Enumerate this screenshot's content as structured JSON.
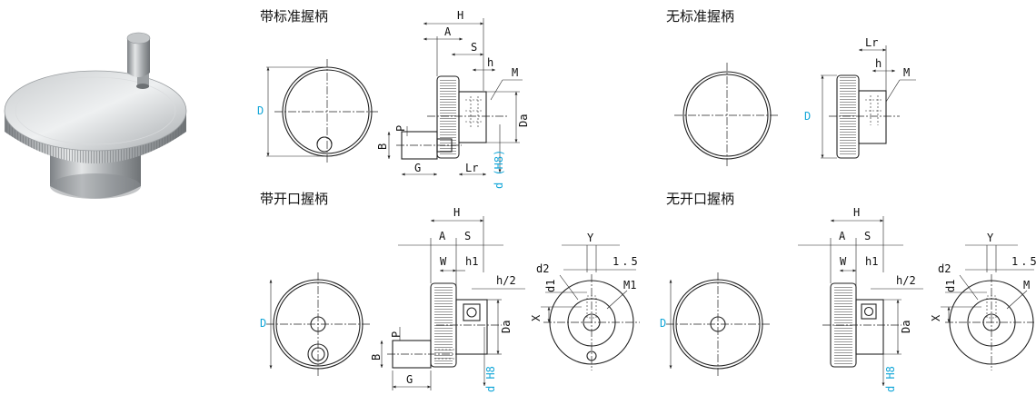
{
  "sections": {
    "standard_handle": "带标准握柄",
    "no_standard_handle": "无标准握柄",
    "open_handle": "带开口握柄",
    "no_open_handle": "无开口握柄"
  },
  "dims": {
    "D": "D",
    "H": "H",
    "A": "A",
    "S": "S",
    "h": "h",
    "M": "M",
    "M1": "M1",
    "Da": "Da",
    "P": "P",
    "B": "B",
    "G": "G",
    "Lr": "Lr",
    "d_H8_paren": "d (H8)",
    "d_H8": "d H8",
    "W": "W",
    "h1": "h1",
    "h2": "h/2",
    "Y": "Y",
    "v1_5": "1.5",
    "d1": "d1",
    "d2": "d2",
    "X": "X"
  },
  "colors": {
    "accent": "#12a6d8",
    "line": "#222222"
  }
}
